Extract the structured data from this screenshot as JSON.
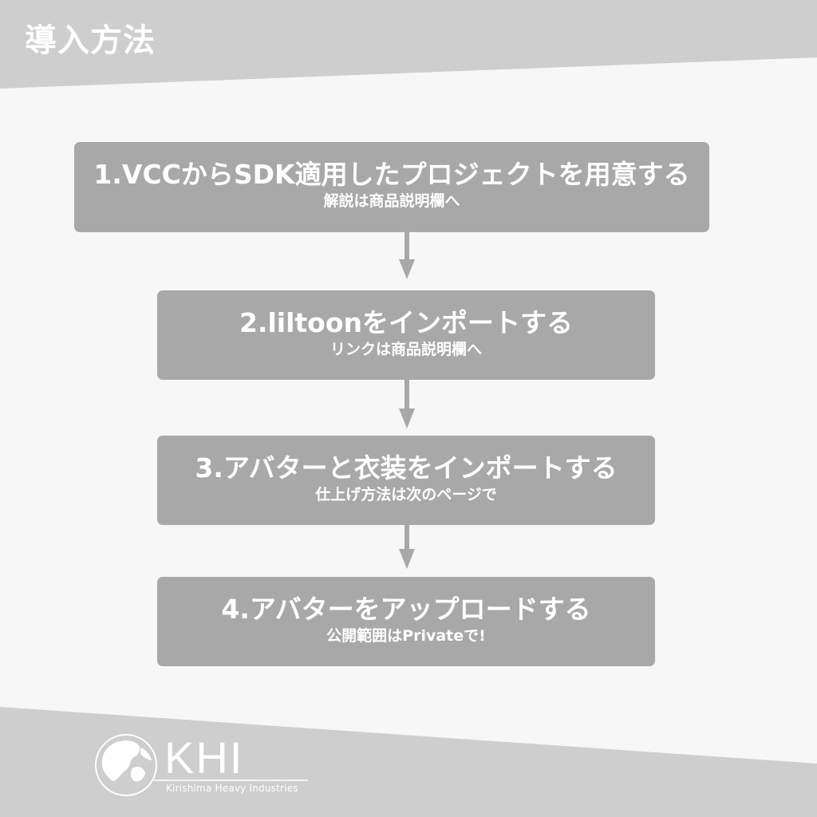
{
  "header": {
    "title": "導入方法"
  },
  "steps": [
    {
      "title": "1.VCCからSDK適用したプロジェクトを用意する",
      "subtitle": "解説は商品説明欄へ"
    },
    {
      "title": "2.liltoonをインポートする",
      "subtitle": "リンクは商品説明欄へ"
    },
    {
      "title": "3.アバターと衣装をインポートする",
      "subtitle": "仕上げ方法は次のページで"
    },
    {
      "title": "4.アバターをアップロードする",
      "subtitle": "公開範囲はPrivateで!"
    }
  ],
  "logo": {
    "name": "KHI",
    "full_name": "Kirishima Heavy Industries",
    "icon": "globe-icon"
  },
  "colors": {
    "background": "#f7f7f7",
    "band": "#cecece",
    "box": "#a8a8a8",
    "arrow": "#a8a8a8",
    "text": "#ffffff"
  }
}
